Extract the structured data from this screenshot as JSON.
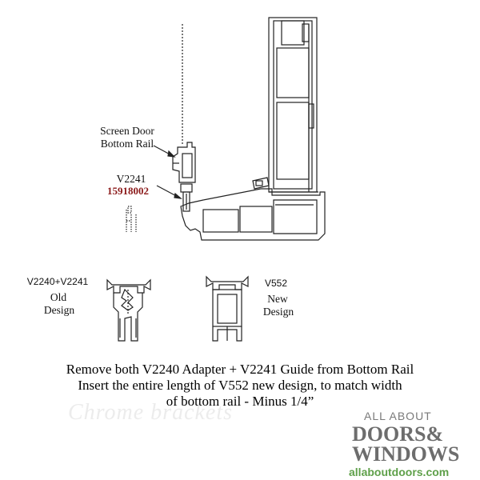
{
  "labels": {
    "screen_door_line1": "Screen Door",
    "screen_door_line2": "Bottom Rail",
    "part_v2241": "V2241",
    "part_number": "15918002",
    "old_parts": "V2240+V2241",
    "old_line1": "Old",
    "old_line2": "Design",
    "new_part": "V552",
    "new_line1": "New",
    "new_line2": "Design"
  },
  "instructions": {
    "line1": "Remove both V2240 Adapter + V2241 Guide from Bottom Rail",
    "line2": "Insert the entire length of  V552 new design, to match width",
    "line3": "of bottom rail - Minus 1/4”"
  },
  "watermark": {
    "text": "Chrome brackets"
  },
  "logo": {
    "line1": "ALL ABOUT",
    "line2": "DOORS&",
    "line3": "WINDOWS",
    "url": "allaboutdoors.com"
  },
  "colors": {
    "ink": "#111111",
    "part_number": "#8b1a1a",
    "logo_gray": "#6d6d6d",
    "logo_green": "#5fa04a"
  }
}
